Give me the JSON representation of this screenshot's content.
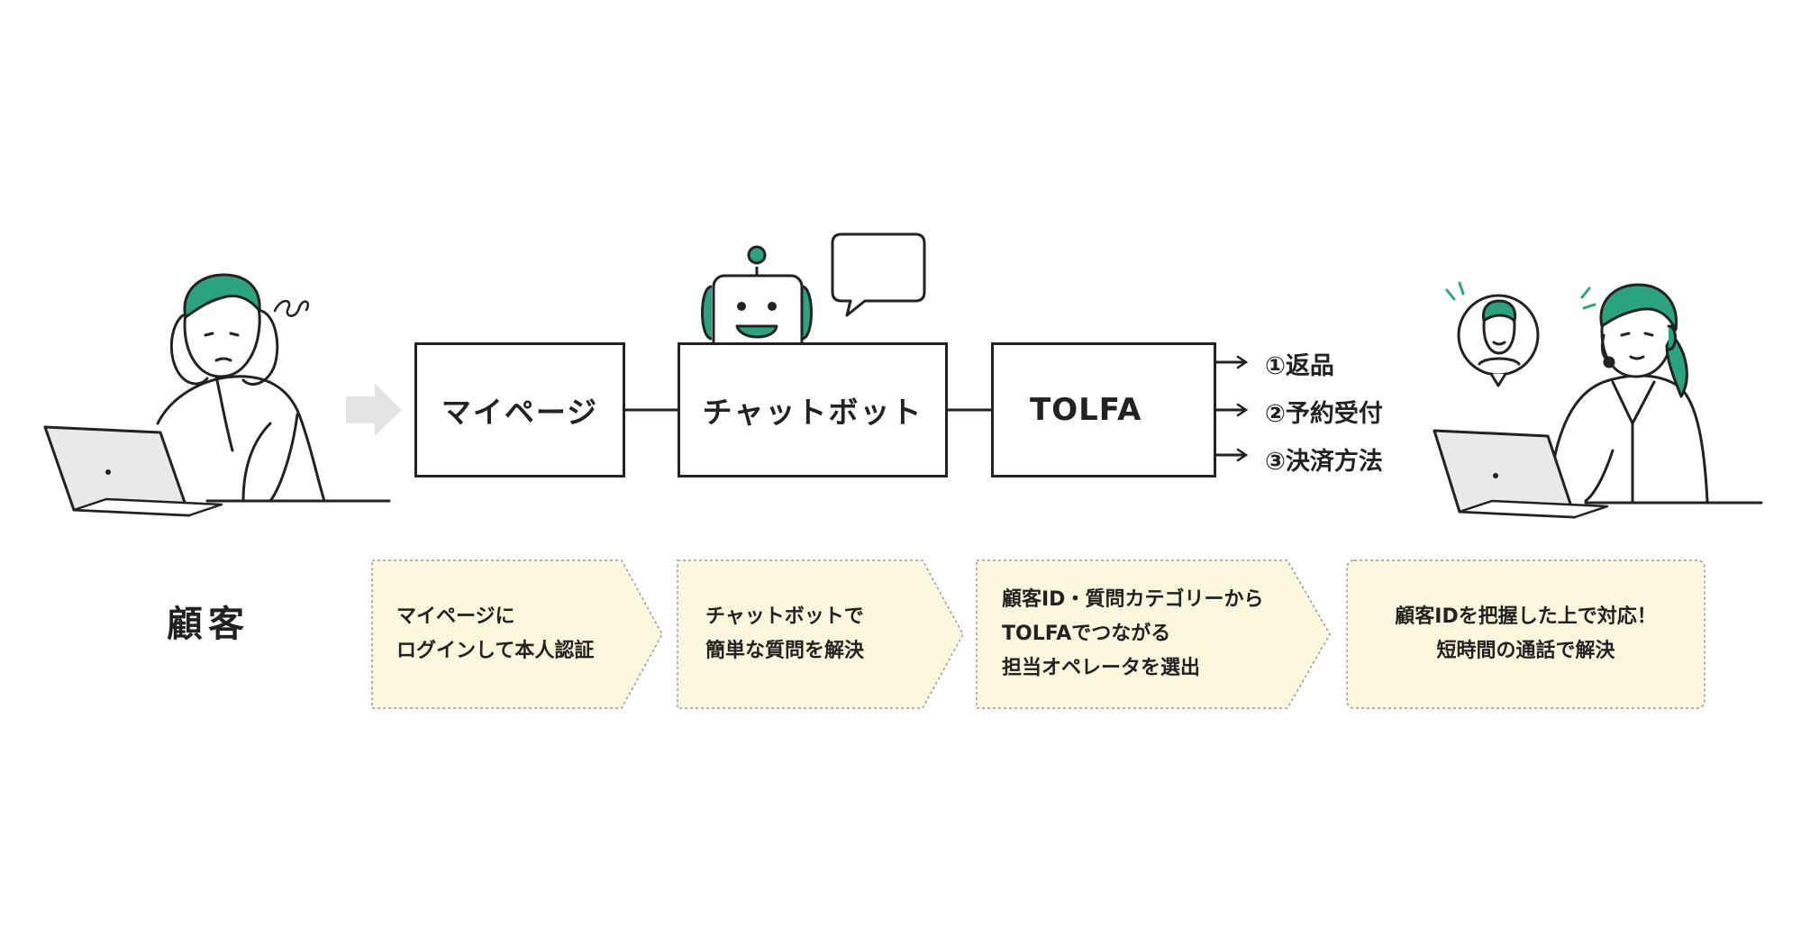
{
  "customer_label": "顧客",
  "process_boxes": {
    "mypage": "マイページ",
    "chatbot": "チャットボット",
    "tolfa": "TOLFA"
  },
  "branches": [
    "①返品",
    "②予約受付",
    "③決済方法"
  ],
  "steps": [
    {
      "lines": [
        "マイページに",
        "ログインして本人認証"
      ]
    },
    {
      "lines": [
        "チャットボットで",
        "簡単な質問を解決"
      ]
    },
    {
      "lines": [
        "顧客ID・質問カテゴリーから",
        "TOLFAでつながる",
        "担当オペレータを選出"
      ]
    },
    {
      "lines": [
        "顧客IDを把握した上で対応！",
        "短時間の通話で解決"
      ]
    }
  ],
  "colors": {
    "accent_green": "#2ba37f",
    "note_fill": "#fbf7dc",
    "arrow_gray": "#e4e4e4",
    "line": "#222222"
  },
  "icons": [
    "stressed-customer-illustration",
    "robot-icon",
    "speech-bubble-icon",
    "operator-illustration",
    "customer-avatar-icon",
    "laptop-icon"
  ]
}
